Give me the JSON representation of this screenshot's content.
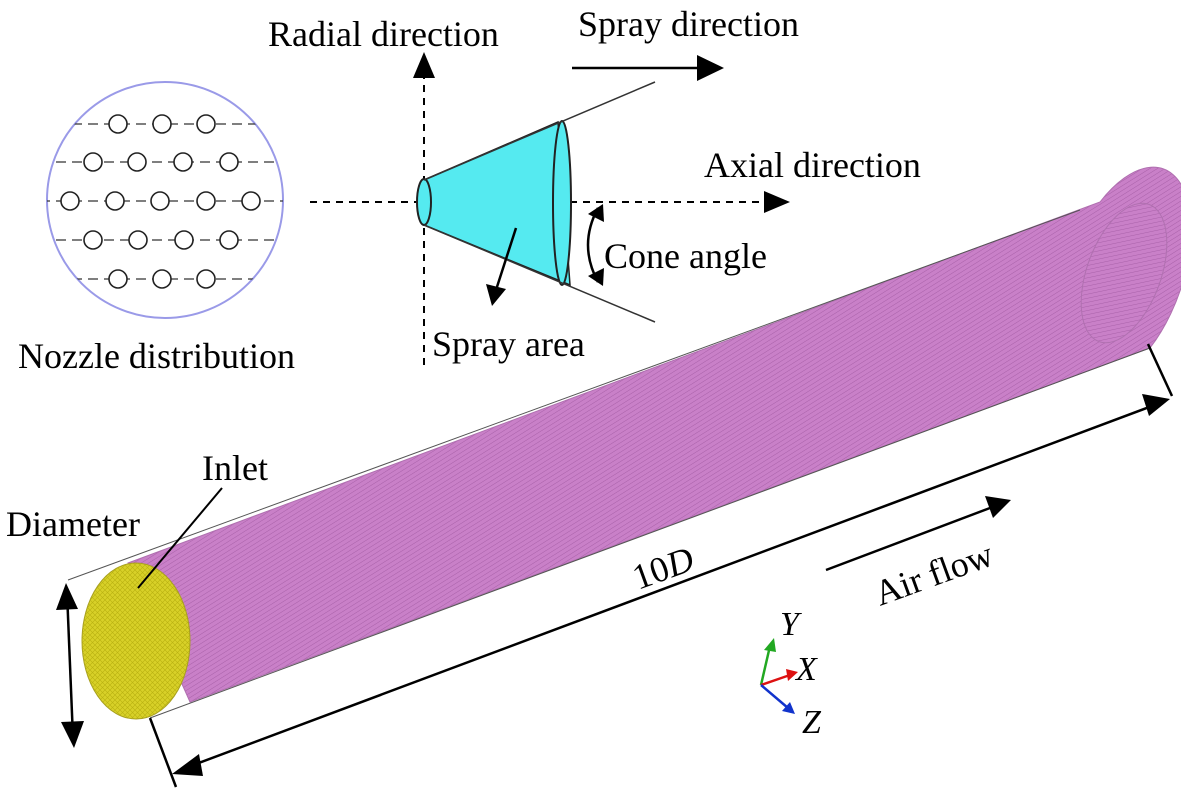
{
  "labels": {
    "radial_direction": "Radial direction",
    "spray_direction": "Spray direction",
    "axial_direction": "Axial direction",
    "cone_angle": "Cone angle",
    "spray_area": "Spray area",
    "nozzle_distribution": "Nozzle distribution",
    "inlet": "Inlet",
    "diameter": "Diameter",
    "length_number": "10",
    "length_symbol": "D",
    "air_flow": "Air flow"
  },
  "axes": {
    "y": "Y",
    "x": "X",
    "z": "Z"
  },
  "colors": {
    "pipe": "#c980c8",
    "pipe_dark": "#a55aa5",
    "inlet": "#d8d128",
    "spray_cone": "#55eaf0",
    "nozzle_circle_border": "#9a9ae8",
    "axis_y": "#22a822",
    "axis_x": "#dd1111",
    "axis_z": "#1133cc"
  }
}
